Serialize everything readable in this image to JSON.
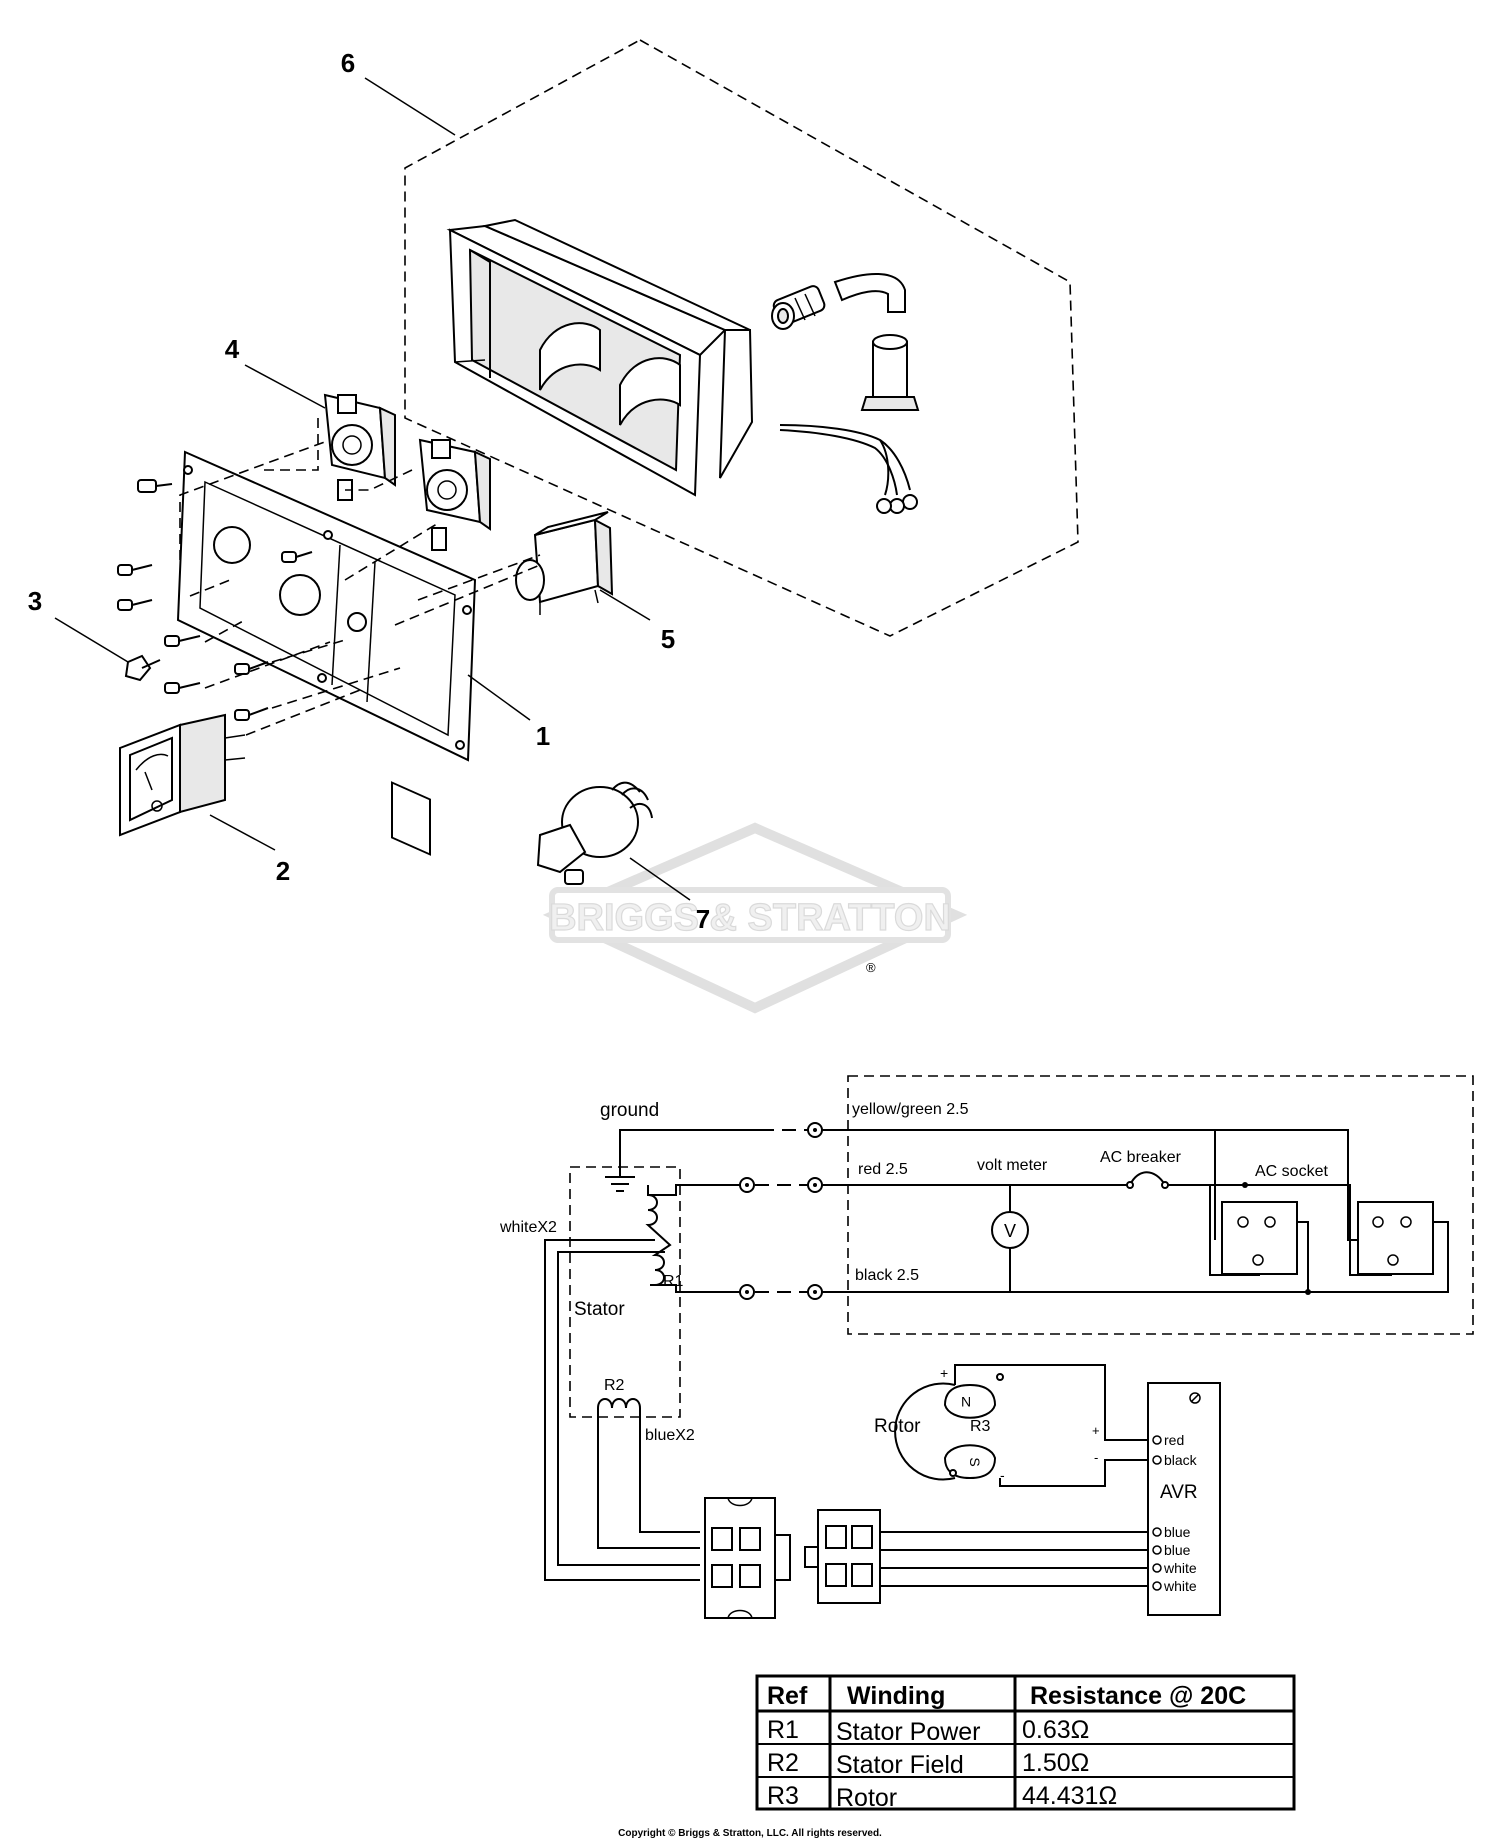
{
  "callouts": [
    "6",
    "4",
    "3",
    "5",
    "1",
    "2",
    "7"
  ],
  "watermark": {
    "logo_text": "BRIGGS & STRATTON",
    "registered": "®"
  },
  "schematic": {
    "ground": "ground",
    "wire_yellow_green": "yellow/green 2.5",
    "wire_red": "red 2.5",
    "wire_black": "black 2.5",
    "volt_meter": "volt meter",
    "volt_symbol": "V",
    "ac_breaker": "AC breaker",
    "ac_socket": "AC socket",
    "white_x2": "whiteX2",
    "blue_x2": "blueX2",
    "stator": "Stator",
    "r1": "R1",
    "r2": "R2",
    "r3": "R3",
    "rotor": "Rotor",
    "plus": "+",
    "minus": "-",
    "pole_n": "N",
    "pole_s": "S",
    "avr": "AVR",
    "avr_terminals": [
      "red",
      "black",
      "blue",
      "blue",
      "white",
      "white"
    ]
  },
  "resistance_table": {
    "headers": [
      "Ref",
      "Winding",
      "Resistance @ 20C"
    ],
    "rows": [
      [
        "R1",
        "Stator Power",
        "0.63Ω"
      ],
      [
        "R2",
        "Stator Field",
        "1.50Ω"
      ],
      [
        "R3",
        "Rotor",
        "44.431Ω"
      ]
    ]
  },
  "copyright": "Copyright © Briggs & Stratton, LLC. All rights reserved."
}
